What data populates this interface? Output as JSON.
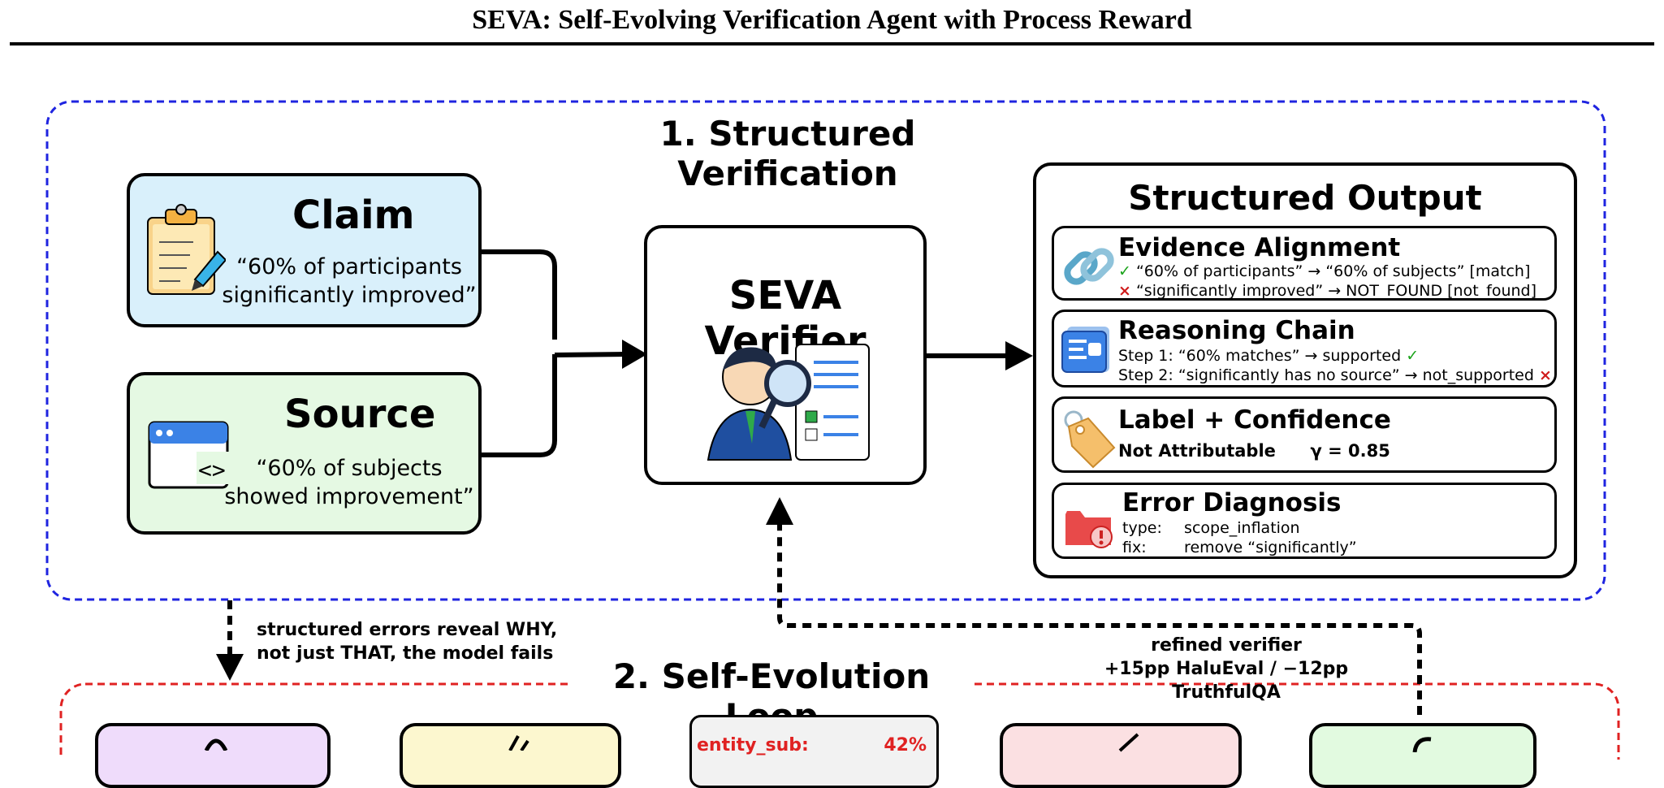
{
  "title": "SEVA: Self-Evolving Verification Agent with Process Reward",
  "section1": {
    "title": "1. Structured Verification",
    "claim": {
      "heading": "Claim",
      "quote_line1": "“60% of participants",
      "quote_line2": "significantly improved”",
      "icon": "clipboard-pencil-icon"
    },
    "source": {
      "heading": "Source",
      "quote_line1": "“60% of subjects",
      "quote_line2": "showed improvement”",
      "icon": "browser-code-icon"
    },
    "verifier": {
      "heading": "SEVA Verifier",
      "icon": "inspector-magnifier-icon"
    },
    "output": {
      "heading": "Structured Output",
      "evidence": {
        "title": "Evidence Alignment",
        "line1_mark": "✓",
        "line1": "“60% of participants” → “60% of subjects” [match]",
        "line2_mark": "×",
        "line2": "“significantly improved” → NOT_FOUND [not_found]",
        "icon": "chain-link-icon"
      },
      "reasoning": {
        "title": "Reasoning Chain",
        "step1": "Step 1:    “60% matches” → supported",
        "step1_mark": "✓",
        "step2": "Step 2: “significantly has no source” → not_supported",
        "step2_mark": "×",
        "icon": "id-card-icon"
      },
      "label": {
        "title": "Label + Confidence",
        "value": "Not Attributable",
        "confidence": "γ = 0.85",
        "icon": "price-tag-icon"
      },
      "error": {
        "title": "Error Diagnosis",
        "type_key": "type:",
        "type_value": "scope_inflation",
        "fix_key": "fix:",
        "fix_value": "remove “significantly”",
        "icon": "folder-alert-icon"
      }
    }
  },
  "notes": {
    "left_line1": "structured errors reveal WHY,",
    "left_line2": "not just THAT, the model fails",
    "right_line1": "refined verifier",
    "right_line2": "+15pp HaluEval / −12pp TruthfulQA"
  },
  "section2": {
    "title": "2. Self-Evolution Loop",
    "stat_label": "entity_sub:",
    "stat_value": "42%"
  },
  "colors": {
    "section1_border": "#1f24e0",
    "section2_border": "#e02222",
    "claim_fill": "#d9f0fb",
    "source_fill": "#e5f9e3",
    "box2_fill": "#efdcfb",
    "box3_fill": "#fcf7cf",
    "box5_fill": "#fbe0e2",
    "box6_fill": "#e2fae0",
    "ok_mark": "#1aa31a",
    "bad_mark": "#d01b1b"
  }
}
